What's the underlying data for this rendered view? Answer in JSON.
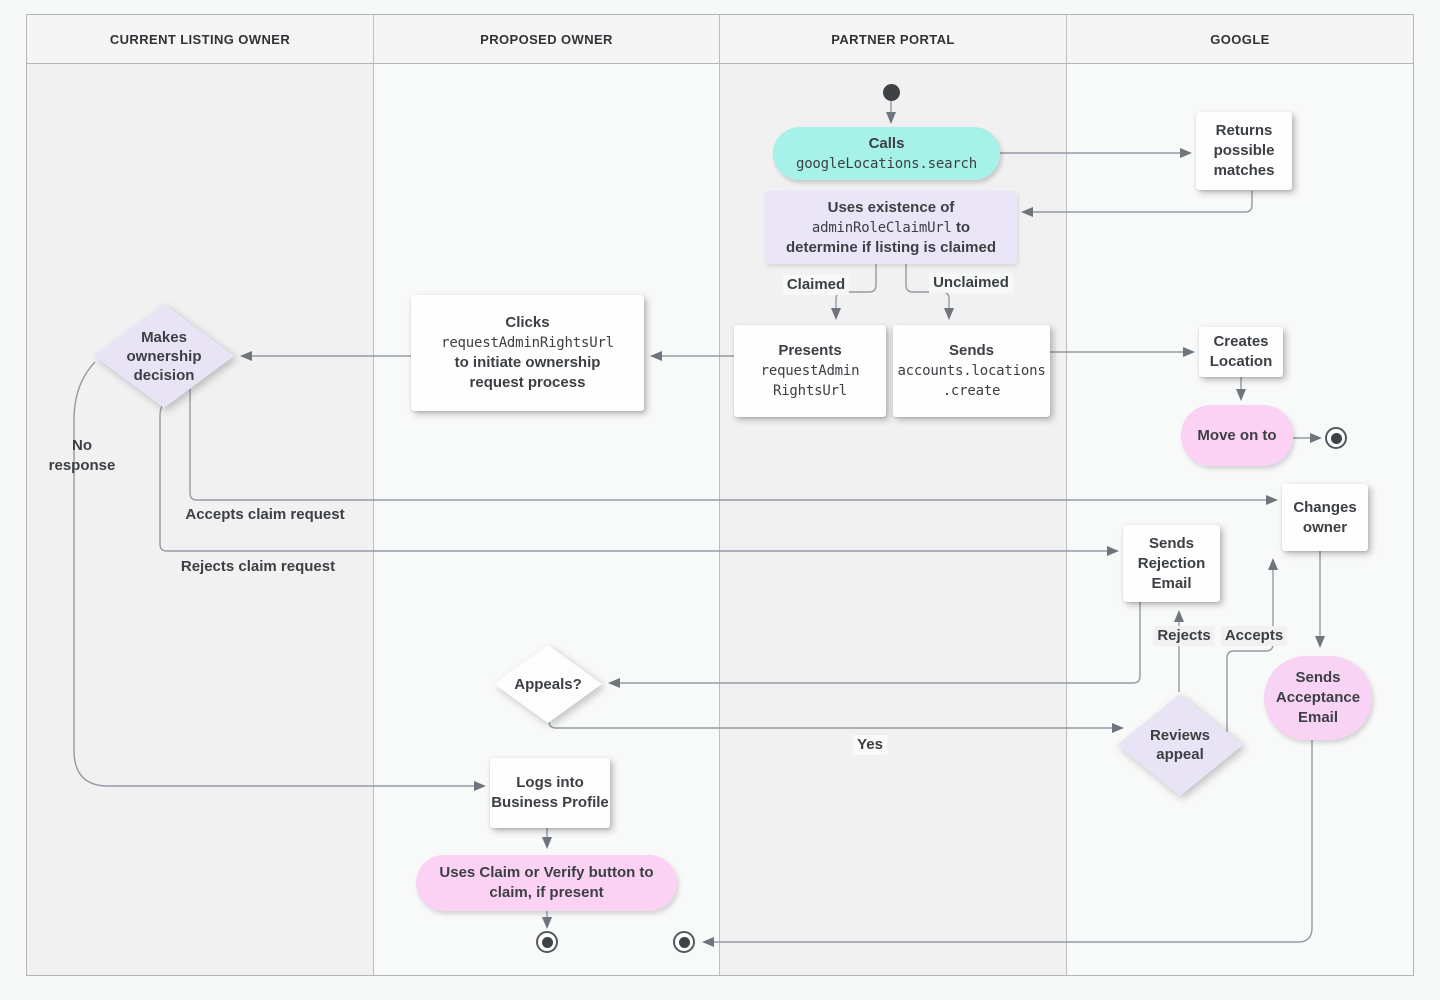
{
  "lanes": [
    {
      "label": "CURRENT LISTING OWNER"
    },
    {
      "label": "PROPOSED OWNER"
    },
    {
      "label": "PARTNER PORTAL"
    },
    {
      "label": "GOOGLE"
    }
  ],
  "nodes": {
    "calls": {
      "title": "Calls",
      "code": "googleLocations.search"
    },
    "returns": {
      "label": "Returns possible matches"
    },
    "uses": {
      "line1": "Uses existence of",
      "code": "adminRoleClaimUrl",
      "line2": "to",
      "line3": "determine if listing is claimed"
    },
    "presents": {
      "title": "Presents",
      "code1": "requestAdmin",
      "code2": "RightsUrl"
    },
    "sends_create": {
      "title": "Sends",
      "code1": "accounts.locations",
      "code2": ".create"
    },
    "clicks": {
      "title": "Clicks",
      "code": "requestAdminRightsUrl",
      "line2": "to initiate ownership",
      "line3": "request process"
    },
    "decision": {
      "label": "Makes ownership decision"
    },
    "creates": {
      "label": "Creates Location"
    },
    "move_on": {
      "label": "Move on to"
    },
    "changes": {
      "label": "Changes owner"
    },
    "rejection": {
      "label": "Sends Rejection Email"
    },
    "acceptance": {
      "label": "Sends Acceptance Email"
    },
    "reviews": {
      "label": "Reviews appeal"
    },
    "appeals": {
      "label": "Appeals?"
    },
    "logs": {
      "label": "Logs into Business Profile"
    },
    "claim_button": {
      "label": "Uses Claim or Verify button to claim, if present"
    }
  },
  "edge_labels": {
    "claimed": "Claimed",
    "unclaimed": "Unclaimed",
    "no_response": "No response",
    "accepts_claim": "Accepts claim request",
    "rejects_claim": "Rejects claim request",
    "rejects": "Rejects",
    "accepts": "Accepts",
    "yes": "Yes"
  },
  "colors": {
    "teal": "#a6f2e9",
    "lavender": "#e8e4f5",
    "pink": "#fbd2f4",
    "line": "#949ba3",
    "text": "#3c4045"
  }
}
